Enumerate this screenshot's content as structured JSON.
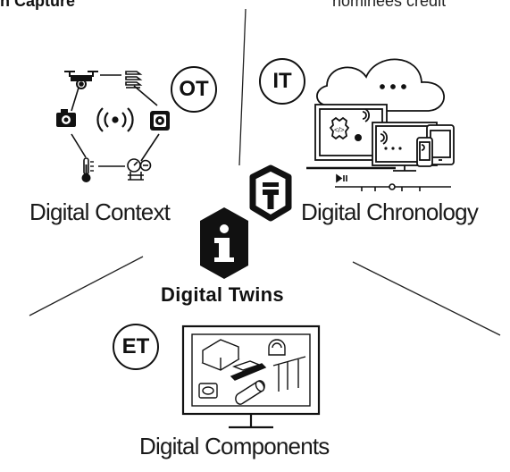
{
  "fragments": {
    "top_left": "n Capture",
    "top_right": "nominees credit"
  },
  "badges": {
    "ot": "OT",
    "it": "IT",
    "et": "ET"
  },
  "sections": {
    "context": "Digital Context",
    "chronology": "Digital Chronology",
    "components": "Digital Components"
  },
  "center": {
    "title": "Digital Twins"
  },
  "icons": [
    "drone-icon",
    "server-icon",
    "camera-icon",
    "wireless-icon",
    "speaker-icon",
    "thermometer-icon",
    "gauge-icon",
    "cloud-icon",
    "laptop-icon",
    "tablet-icon",
    "smartphone-icon",
    "monitor-icon",
    "digital-twin-logo-icon"
  ]
}
